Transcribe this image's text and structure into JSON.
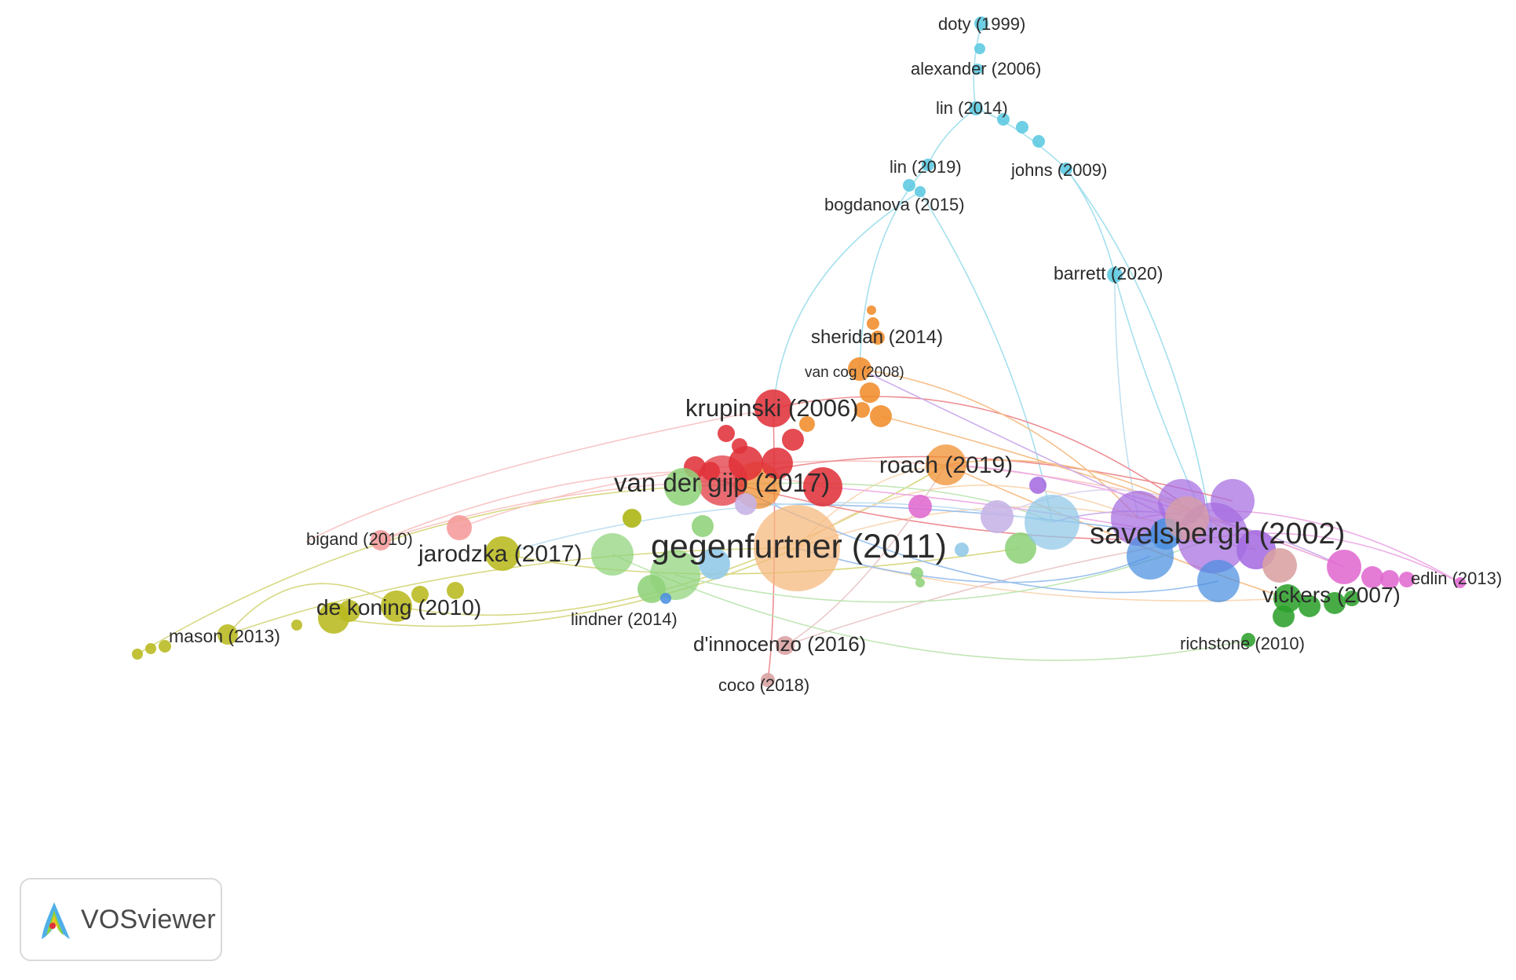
{
  "app": {
    "logo_text": "VOSviewer"
  },
  "clusters": {
    "cyan": "#5bc8e0",
    "orange": "#f08c2a",
    "peach": "#f5b77a",
    "red": "#e0323a",
    "olive": "#b8ba1e",
    "lightgreen": "#8fd27a",
    "green": "#2da02c",
    "purple": "#a56ce0",
    "blue": "#4a8fe0",
    "pink": "#e06ad0",
    "salmon": "#f59a9a",
    "lightblue": "#8fc8e8",
    "lavender": "#c6b3e6",
    "rose": "#d9a0a0"
  },
  "labels": {
    "doty": "doty (1999)",
    "alexander": "alexander (2006)",
    "lin2014": "lin (2014)",
    "lin2019": "lin (2019)",
    "johns": "johns (2009)",
    "bogdanova": "bogdanova (2015)",
    "barrett": "barrett (2020)",
    "sheridan": "sheridan (2014)",
    "vancog": "van cog (2008)",
    "krupinski": "krupinski (2006)",
    "roach": "roach (2019)",
    "vandergijp": "van der gijp (2017)",
    "savelsbergh": "savelsbergh (2002)",
    "gegenfurtner": "gegenfurtner (2011)",
    "bigand": "bigand (2010)",
    "jarodzka": "jarodzka (2017)",
    "dekoning": "de koning (2010)",
    "mason": "mason (2013)",
    "lindner": "lindner (2014)",
    "dinnocenzo": "d'innocenzo (2016)",
    "coco": "coco (2018)",
    "vickers": "vickers (2007)",
    "richstone": "richstone (2010)",
    "edlin": "edlin (2013)"
  }
}
